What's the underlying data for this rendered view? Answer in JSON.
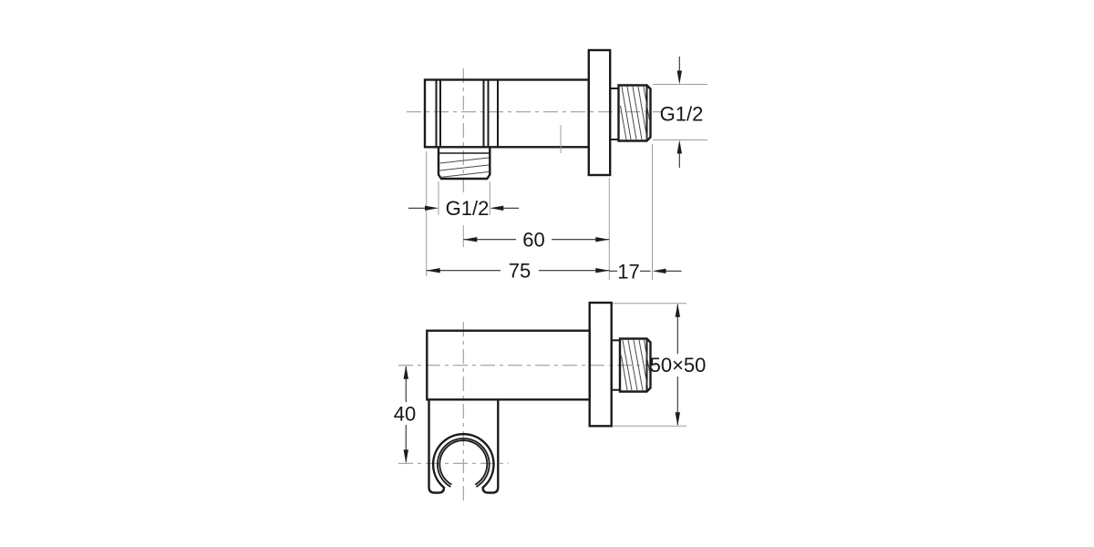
{
  "drawing": {
    "background_color": "#ffffff",
    "object_line_color": "#1b1b1b",
    "aux_line_color": "#9c9c9c",
    "labels": {
      "outlet_thread": "G1/2",
      "wall_thread": "G1/2",
      "center_to_wall": "60",
      "body_length": "75",
      "wall_thread_length": "17",
      "holder_offset": "40",
      "wall_plate_size": "50×50"
    }
  }
}
